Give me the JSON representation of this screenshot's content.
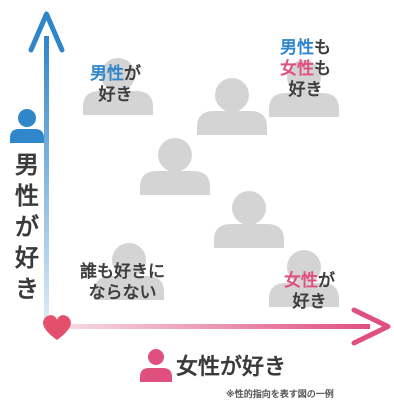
{
  "axes": {
    "y_label": "男性が好き",
    "x_label": "女性が好き",
    "y_color": "#2f86c9",
    "x_color": "#e0507f",
    "origin_icon": "heart-icon"
  },
  "labels": {
    "top_left": {
      "pre": "男性",
      "post": "が",
      "line2": "好き"
    },
    "top_right": {
      "a": "男性",
      "b": "も",
      "c": "女性",
      "d": "も",
      "line3": "好き"
    },
    "bottom_left": {
      "line1": "誰も好きに",
      "line2": "ならない"
    },
    "bottom_right": {
      "pre": "女性",
      "post": "が",
      "line2": "好き"
    }
  },
  "caption": "※性的指向を表す図の一例"
}
